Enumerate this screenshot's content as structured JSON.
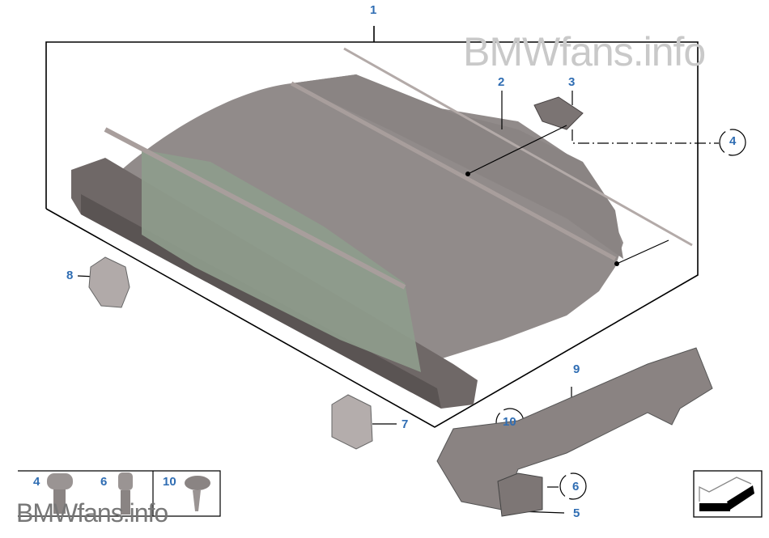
{
  "watermarks": {
    "top_right": "BMWfans.info",
    "bottom_left": "BMWfans.info"
  },
  "callouts": [
    {
      "number": "1",
      "part": "luggage-compartment-cover"
    },
    {
      "number": "2",
      "part": "rod"
    },
    {
      "number": "3",
      "part": "handle"
    },
    {
      "number": "4",
      "part": "screw"
    },
    {
      "number": "5",
      "part": "bracket"
    },
    {
      "number": "6",
      "part": "bolt"
    },
    {
      "number": "7",
      "part": "holder"
    },
    {
      "number": "8",
      "part": "mount"
    },
    {
      "number": "9",
      "part": "trim-panel"
    },
    {
      "number": "10",
      "part": "clip"
    }
  ],
  "fasteners_box": [
    {
      "number": "4"
    },
    {
      "number": "6"
    },
    {
      "number": "10"
    }
  ],
  "colors": {
    "callout": "#2f6db3",
    "part_gray": "#8f8a89",
    "glass": "#8e9c8c"
  }
}
